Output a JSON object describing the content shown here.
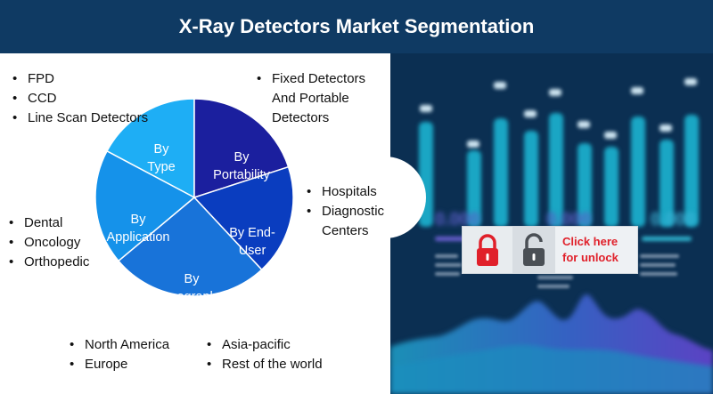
{
  "header": {
    "title": "X-Ray Detectors Market Segmentation"
  },
  "colors": {
    "header_bg": "#0f3a63",
    "panel_bg": "#0b2f52",
    "segment_type": "#1eaef5",
    "segment_portability": "#1b1f9e",
    "segment_end_user": "#0a3dbf",
    "segment_geography": "#1873d9",
    "segment_application": "#1592ea",
    "unlock_red": "#e0202a"
  },
  "pie": {
    "segments": [
      {
        "id": "type",
        "label": "By Type",
        "label_lines": [
          "By",
          "Type"
        ],
        "icon": ""
      },
      {
        "id": "portability",
        "label": "By Portability",
        "label_lines": [
          "By",
          "Portability"
        ]
      },
      {
        "id": "end_user",
        "label": "By End-User",
        "label_lines": [
          "By End-",
          "User"
        ]
      },
      {
        "id": "geography",
        "label": "By Geography",
        "label_lines": [
          "By",
          "Geography"
        ]
      },
      {
        "id": "application",
        "label": "By Application",
        "label_lines": [
          "By",
          "Application"
        ]
      }
    ]
  },
  "lists": {
    "type": [
      "FPD",
      "CCD",
      "Line Scan Detectors"
    ],
    "portability": [
      "Fixed Detectors",
      "And Portable",
      "Detectors"
    ],
    "end_user": [
      "Hospitals",
      "Diagnostic",
      "Centers"
    ],
    "application": [
      "Dental",
      "Oncology",
      "Orthopedic"
    ],
    "geography_left": [
      "North America",
      "Europe"
    ],
    "geography_right": [
      "Asia-pacific",
      "Rest of the world"
    ]
  },
  "unlock": {
    "line1": "Click here",
    "line2": "for unlock",
    "lock_icon": "lock-icon",
    "unlock_icon": "unlocked-icon"
  }
}
